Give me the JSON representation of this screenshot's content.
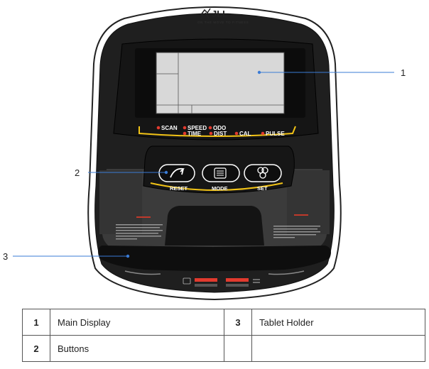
{
  "brand": {
    "logo_text": "JLL",
    "tagline": "ON THE MOVE TO FITNESS"
  },
  "callouts": [
    {
      "id": "1",
      "label": "1"
    },
    {
      "id": "2",
      "label": "2"
    },
    {
      "id": "3",
      "label": "3"
    }
  ],
  "indicators": [
    {
      "label": "SCAN",
      "color": "#e23a2e"
    },
    {
      "label": "SPEED",
      "color": "#e23a2e"
    },
    {
      "label": "ODO",
      "color": "#e23a2e"
    },
    {
      "label": "TIME",
      "color": "#e23a2e"
    },
    {
      "label": "DIST",
      "color": "#e23a2e"
    },
    {
      "label": "CAL",
      "color": "#e23a2e"
    },
    {
      "label": "PULSE",
      "color": "#e23a2e"
    }
  ],
  "buttons": [
    {
      "label": "RESET",
      "icon": "runner-arrow-icon"
    },
    {
      "label": "MODE",
      "icon": "list-icon"
    },
    {
      "label": "SET",
      "icon": "gear-circles-icon"
    }
  ],
  "colors": {
    "accent": "#f2c316",
    "console": "#1e1e1e",
    "panel": "#3a3a3a",
    "lcd": "#d8d8d8",
    "led": "#e23a2e"
  },
  "legend": [
    [
      {
        "num": "1",
        "text": "Main Display"
      },
      {
        "num": "3",
        "text": "Tablet Holder"
      }
    ],
    [
      {
        "num": "2",
        "text": "Buttons"
      },
      {
        "num": "",
        "text": ""
      }
    ]
  ]
}
